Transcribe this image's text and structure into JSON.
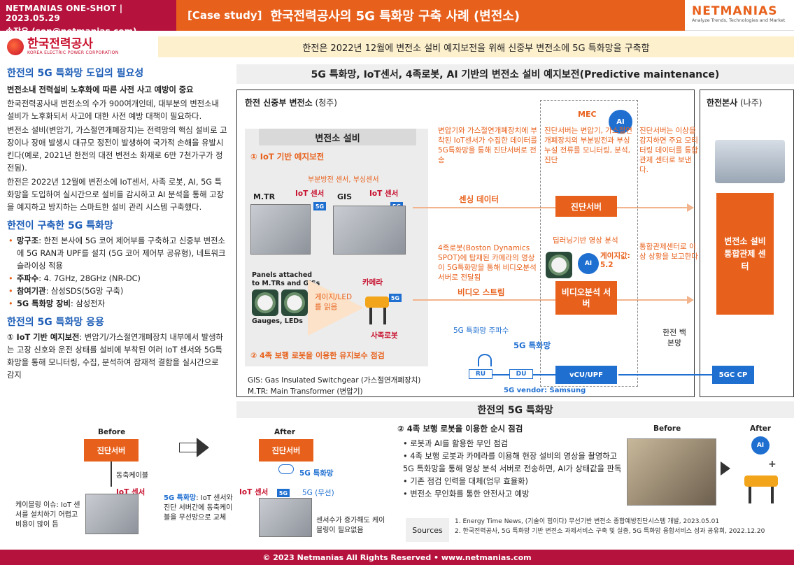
{
  "header": {
    "line1": "NETMANIAS ONE-SHOT  |  2023.05.29",
    "line2": "손장우 (son@netmanias.com)",
    "case_label": "[Case study]",
    "title": "한국전력공사의 5G 특화망 구축 사례 (변전소)",
    "logo_a": "NET",
    "logo_b": "MANIAS",
    "logo_tagline": "Analyze Trends, Technologies and Market"
  },
  "kepco": {
    "name": "한국전력공사",
    "name_en": "KOREA ELECTRIC POWER CORPORATION"
  },
  "banner": "한전은 2022년 12월에 변전소 설비 예지보전을 위해 신중부 변전소에 5G 특화망을 구축함",
  "left": {
    "sec1_title": "한전의 5G 특화망 도입의 필요성",
    "sec1_sub": "변전소내 전력설비 노후화에 따른 사전 사고 예방이 중요",
    "sec1_p1": "한국전력공사내 변전소의 수가 900여개인데,  대부분의 변전소내 설비가 노후화되서 사고에 대한 사전 예방 대책이 필요하다.",
    "sec1_p2": "변전소 설비(변압기, 가스절연개폐장치)는 전력망의 핵심 설비로 고장이나 장애 발생시 대규모 정전이 발생하여 국가적 손해을 유발시킨다(예로,  2021년 한전의 대전 변전소 화재로 6만 7천가구가 정전됨).",
    "sec1_p3": "한전은 2022년 12월에 변전소에 IoT센서,  사족 로봇, AI, 5G 특화망을 도입하여 실시간으로 설비를 감시하고 AI 분석을 통해 고장을 예지하고 방지하는 스마트한 설비 관리 시스템 구축했다.",
    "sec2_title": "한전이 구축한 5G 특화망",
    "sec2_b1_k": "망구조",
    "sec2_b1": ": 한전 본사에 5G 코어 제어부를 구축하고 신중부 변전소에 5G RAN과 UPF를 설치 (5G 코어 제어부 공유형),  네트워크 슬라이싱 적용",
    "sec2_b2_k": "주파수",
    "sec2_b2": ": 4. 7GHz,  28GHz (NR-DC)",
    "sec2_b3_k": "참여기관",
    "sec2_b3": ": 삼성SDS(5G망 구축)",
    "sec2_b4_k": "5G 특화망 장비",
    "sec2_b4": ": 삼성전자",
    "sec3_title": "한전의 5G 특화망 응용",
    "sec3_item_k": "① IoT 기반 예지보전",
    "sec3_item": ": 변압기/가스절연개폐장치 내부에서 발생하는 고장 신호와 운전 상태를 설비에 부착된 여러 IoT 센서와 5G특화망을 통해 모니터링, 수집,  분석하여 잠재적 결함을 실시간으로 감지"
  },
  "diagram": {
    "title": "5G 특화망, IoT센서, 4족로봇, AI 기반의 변전소 설비 예지보전(Predictive maintenance)",
    "sub_title": "한전 신중부 변전소",
    "sub_loc": "(청주)",
    "hq_title": "한전본사",
    "hq_loc": "(나주)",
    "facility_title": "변전소 설비",
    "iot_label": "① IoT 기반 예지보전",
    "sensor_types": "부분방전 센서,  부싱센서",
    "mtr": "M.TR",
    "gis": "GIS",
    "iot_sensor": "IoT 센서",
    "tag_5g": "5G",
    "panels": "Panels attached to M.TRs and GISs",
    "gauges": "Gauges, LEDs",
    "gauge_read": "게이지/LED를 읽음",
    "camera": "카메라",
    "robot_label": "사족로봇",
    "robot_check": "② 4족 보행 로봇을 이용한 유지보수 점검",
    "gis_def": "GIS: Gas Insulated Switchgear (가스절연개폐장치)",
    "mtr_def": "M.TR: Main Transformer (변압기)",
    "flow1": "변압기와 가스절연개폐장치에 부착된 IoT센서가 수집한 데이터를 5G특화망을 통해 진단서버로 전송",
    "sensing_data": "센싱 데이터",
    "flow2": "4족로봇(Boston Dynamics SPOT)에 탑재된 카메라의 영상이 5G특화망을 통해 비디오분석 서버로 전달됨",
    "video_stream": "비디오 스트림",
    "freq": "5G 특화망 주파수",
    "net_5g": "5G 특화망",
    "mec": "MEC",
    "ai": "AI",
    "mec_text": "진단서버는 변압기, 가스절연개폐장치의 부분방전과 부싱누설 전류를 모니터링,  분석, 진단",
    "diag_server": "진단서버",
    "dl_analysis": "딥러닝기반 영상 분석",
    "gauge_value": "게이지값: 5.2",
    "video_server": "비디오분석 서버",
    "ru": "RU",
    "du": "DU",
    "vcu": "vCU/UPF",
    "vendor": "5G vendor: Samsung",
    "hq_text1": "진단서버는 이상을 감지하면 주요 모티터링 데이터를 통합관제 센터로 보낸다.",
    "hq_text2": "통합관제센터로 이상 상황을 보고한다",
    "control_center": "변전소 설비 통합관제 센터",
    "backbone": "한전 백본망",
    "gc_cp": "5GC CP"
  },
  "bottom": {
    "title": "한전의 5G 특화망",
    "before": "Before",
    "after": "After",
    "diag_server": "진단서버",
    "coax": "동축케이블",
    "iot_sensor": "IoT 센서",
    "cable_issue": "케이블링 이슈: IoT 센서를 설치하기 어렵고 비용이 많이 듬",
    "wireless_note_k": "5G 특화망",
    "wireless_note": ": IoT 센서와 진단 서버간에 동축케이블을 무선망으로 교체",
    "net_5g": "5G 특화망",
    "tag_5g": "5G",
    "wireless": "5G (무선)",
    "sensor_more": "센서수가 증가해도 케이블링이 필요없음",
    "robot_title": "② 4족 보행 로봇을 이용한 순시 점검",
    "robot_b1": "로봇과 AI를 활용한 무인 점검",
    "robot_b2": "4족 보행 로봇과 카메라를 이용해 현장 설비의 영상을 촬영하고 5G 특화망을 통해 영상 분석 서버로 전송하면,  AI가 상태값을 판독",
    "robot_b3": "기존 점검 인력을 대체(업무 효율화)",
    "robot_b4": "변전소 무인화를 통한 안전사고 예방",
    "ai": "AI",
    "sources_label": "Sources",
    "src1": "1. Energy Time News, (기술이 힘이다) 무선기반 변전소 종합예방진단시스템 개발, 2023.05.01",
    "src2": "2. 한국전력공사, 5G 특화망 기반 변전소 과제서비스 구축 및 실증, 5G 특화망 융합서비스 성과 공유회, 2022.12.20"
  },
  "footer": "© 2023 Netmanias All Rights Reserved • www.netmanias.com"
}
